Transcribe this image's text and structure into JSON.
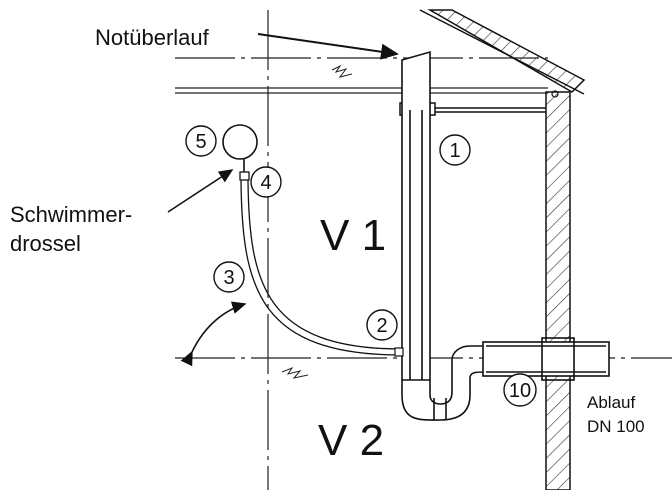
{
  "labels": {
    "emergency_overflow": "Notüberlauf",
    "float_throttle_line1": "Schwimmer-",
    "float_throttle_line2": "drossel",
    "volume_1": "V 1",
    "volume_2": "V 2",
    "outlet_line1": "Ablauf",
    "outlet_line2": "DN 100"
  },
  "markers": [
    "1",
    "2",
    "3",
    "4",
    "5",
    "10"
  ],
  "colors": {
    "line": "#111111",
    "hatch": "#333333",
    "background": "#ffffff"
  }
}
